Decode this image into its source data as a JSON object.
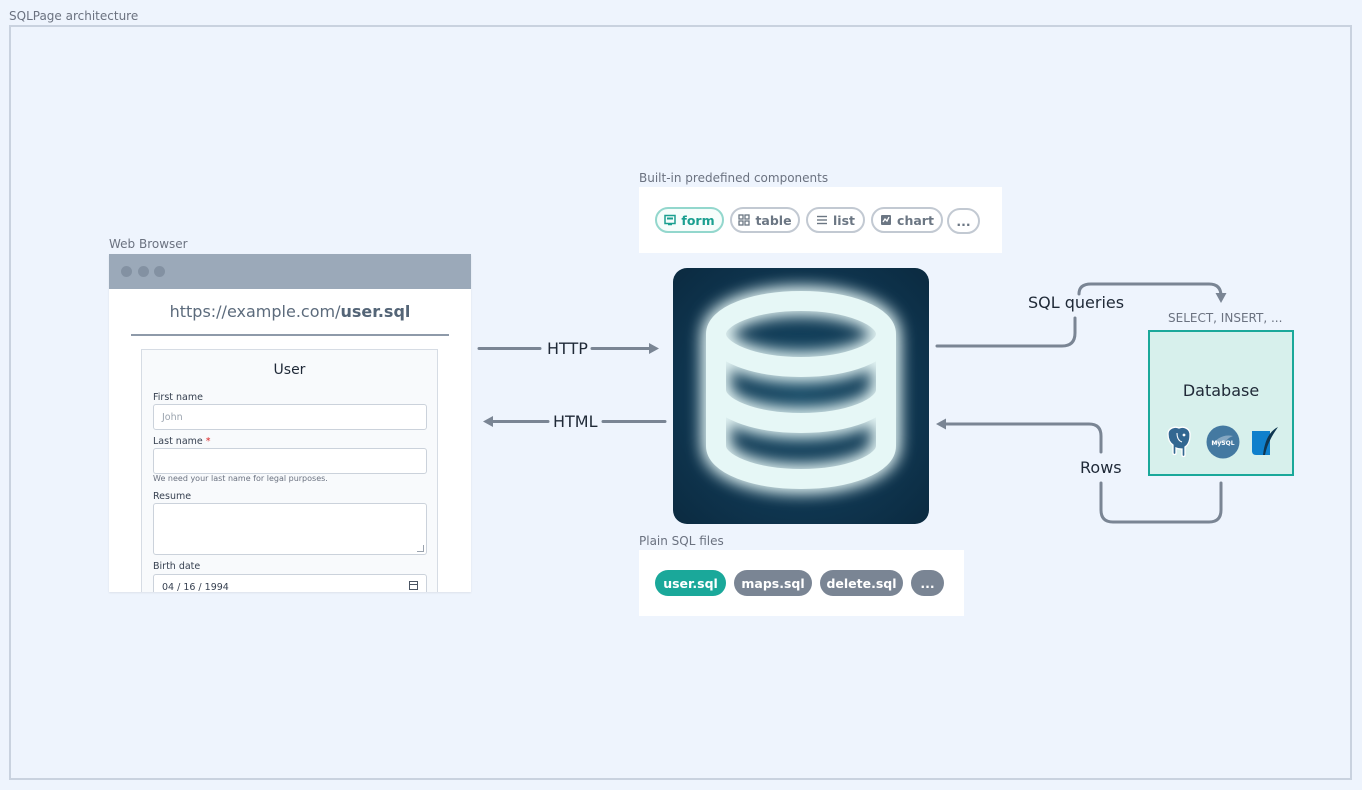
{
  "diagram": {
    "title": "SQLPage architecture"
  },
  "browser": {
    "label": "Web Browser",
    "url_prefix": "https://example.com/",
    "url_file": "user.sql",
    "form": {
      "title": "User",
      "first_name_label": "First name",
      "first_name_placeholder": "John",
      "last_name_label": "Last name",
      "last_name_required": "*",
      "last_name_hint": "We need your last name for legal purposes.",
      "resume_label": "Resume",
      "birth_date_label": "Birth date",
      "birth_date_value": "04 / 16 / 1994"
    }
  },
  "components": {
    "label": "Built-in predefined components",
    "items": [
      {
        "label": "form",
        "icon": "form-icon",
        "active": true
      },
      {
        "label": "table",
        "icon": "grid-icon",
        "active": false
      },
      {
        "label": "list",
        "icon": "list-icon",
        "active": false
      },
      {
        "label": "chart",
        "icon": "chart-icon",
        "active": false
      },
      {
        "label": "...",
        "icon": "",
        "active": false
      }
    ]
  },
  "files": {
    "label": "Plain SQL files",
    "items": [
      {
        "label": "user.sql",
        "active": true
      },
      {
        "label": "maps.sql",
        "active": false
      },
      {
        "label": "delete.sql",
        "active": false
      },
      {
        "label": "...",
        "active": false
      }
    ]
  },
  "server": {
    "icon": "database-stack-icon"
  },
  "edges": {
    "http": "HTTP",
    "html": "HTML",
    "sql_queries": "SQL queries",
    "sql_examples": "SELECT, INSERT, ...",
    "rows": "Rows"
  },
  "database": {
    "title": "Database",
    "logos": [
      "postgresql-elephant-icon",
      "mysql-dolphin-icon",
      "sqlite-feather-icon"
    ],
    "mysql_logo_text": "MySQL"
  },
  "colors": {
    "background": "#eef4fd",
    "accent": "#1aa89a",
    "arrow": "#7a8594",
    "server_dark": "#0f3650",
    "database_fill": "#d7f0ec"
  }
}
